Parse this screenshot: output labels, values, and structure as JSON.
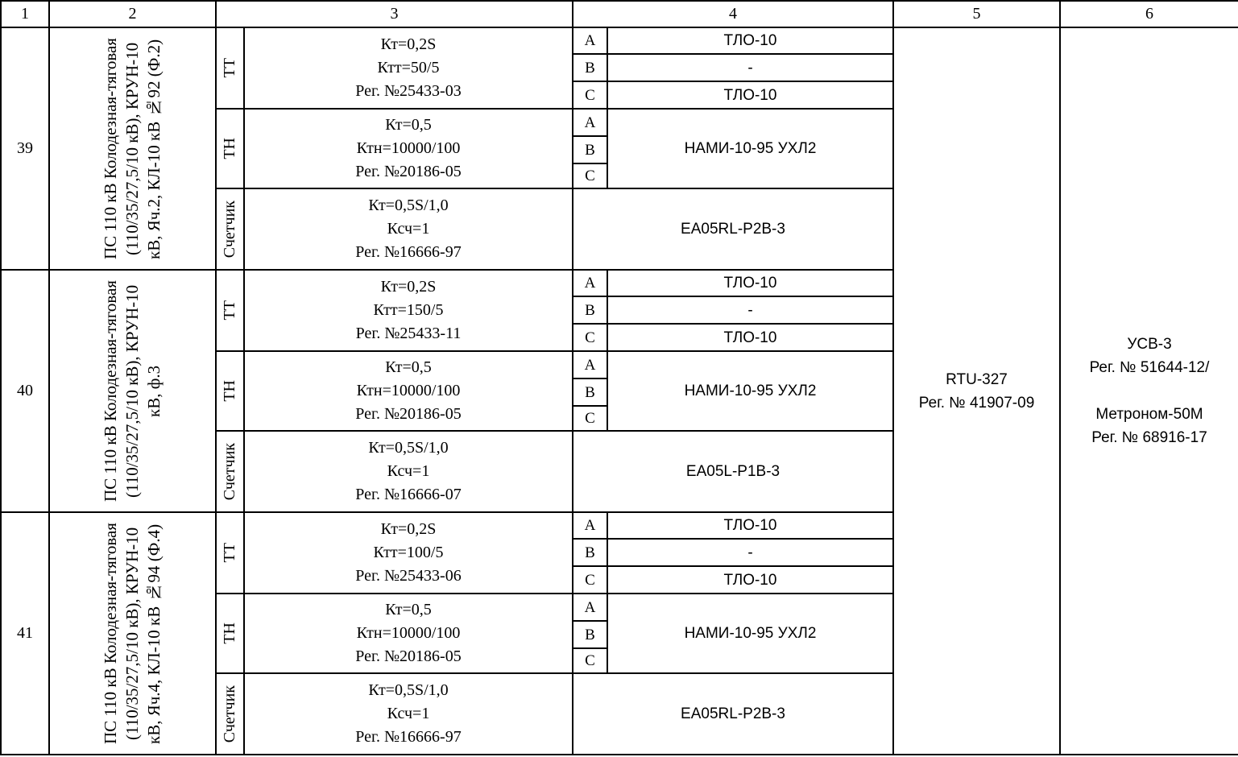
{
  "header": [
    "1",
    "2",
    "3",
    "4",
    "5",
    "6"
  ],
  "rows": [
    {
      "number": "39",
      "name": "ПС 110 кВ Колодезная-тяговая (110/35/27,5/10 кВ), КРУН-10 кВ, Яч.2, КЛ-10 кВ №92 (Ф.2)",
      "tt": {
        "label": "ТТ",
        "lines": [
          "Кт=0,2S",
          "Ктт=50/5",
          "Рег. №25433-03"
        ],
        "phases": [
          {
            "phase": "A",
            "model": "ТЛО-10"
          },
          {
            "phase": "B",
            "model": "-"
          },
          {
            "phase": "C",
            "model": "ТЛО-10"
          }
        ]
      },
      "tn": {
        "label": "ТН",
        "lines": [
          "Кт=0,5",
          "Ктн=10000/100",
          "Рег. №20186-05"
        ],
        "phases": [
          "A",
          "B",
          "C"
        ],
        "model": "НАМИ-10-95 УХЛ2"
      },
      "meter": {
        "label": "Счетчик",
        "lines": [
          "Кт=0,5S/1,0",
          "Ксч=1",
          "Рег. №16666-97"
        ],
        "model": "EA05RL-P2B-3"
      }
    },
    {
      "number": "40",
      "name": "ПС 110 кВ Колодезная-тяговая (110/35/27,5/10 кВ), КРУН-10 кВ, ф.3",
      "tt": {
        "label": "ТТ",
        "lines": [
          "Кт=0,2S",
          "Ктт=150/5",
          "Рег. №25433-11"
        ],
        "phases": [
          {
            "phase": "A",
            "model": "ТЛО-10"
          },
          {
            "phase": "B",
            "model": "-"
          },
          {
            "phase": "C",
            "model": "ТЛО-10"
          }
        ]
      },
      "tn": {
        "label": "ТН",
        "lines": [
          "Кт=0,5",
          "Ктн=10000/100",
          "Рег. №20186-05"
        ],
        "phases": [
          "A",
          "B",
          "C"
        ],
        "model": "НАМИ-10-95 УХЛ2"
      },
      "meter": {
        "label": "Счетчик",
        "lines": [
          "Кт=0,5S/1,0",
          "Ксч=1",
          "Рег. №16666-07"
        ],
        "model": "EA05L-P1B-3"
      }
    },
    {
      "number": "41",
      "name": "ПС 110 кВ Колодезная-тяговая (110/35/27,5/10 кВ), КРУН-10 кВ, Яч.4, КЛ-10 кВ №94 (Ф.4)",
      "tt": {
        "label": "ТТ",
        "lines": [
          "Кт=0,2S",
          "Ктт=100/5",
          "Рег. №25433-06"
        ],
        "phases": [
          {
            "phase": "A",
            "model": "ТЛО-10"
          },
          {
            "phase": "B",
            "model": "-"
          },
          {
            "phase": "C",
            "model": "ТЛО-10"
          }
        ]
      },
      "tn": {
        "label": "ТН",
        "lines": [
          "Кт=0,5",
          "Ктн=10000/100",
          "Рег. №20186-05"
        ],
        "phases": [
          "A",
          "B",
          "C"
        ],
        "model": "НАМИ-10-95 УХЛ2"
      },
      "meter": {
        "label": "Счетчик",
        "lines": [
          "Кт=0,5S/1,0",
          "Ксч=1",
          "Рег. №16666-97"
        ],
        "model": "EA05RL-P2B-3"
      }
    }
  ],
  "col5": {
    "lines": [
      "RTU-327",
      "Рег. № 41907-09"
    ]
  },
  "col6": {
    "lines": [
      "УСВ-3",
      "Рег. № 51644-12/",
      "",
      "Метроном-50М",
      "Рег. № 68916-17"
    ]
  }
}
